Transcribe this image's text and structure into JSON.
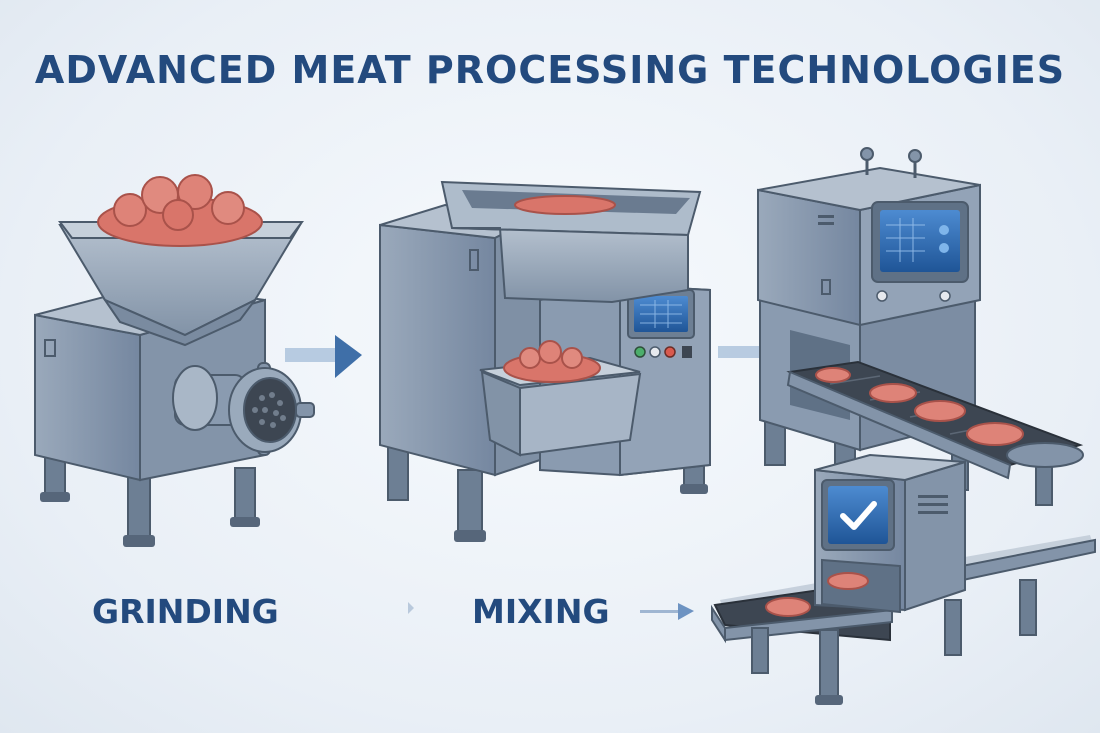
{
  "title": "ADVANCED MEAT PROCESSING TECHNOLOGIES",
  "stages": [
    {
      "label": "GRINDING"
    },
    {
      "label": "MIXING"
    }
  ],
  "colors": {
    "title": "#234a7e",
    "steel": "#8d9db0",
    "steel_dark": "#5f7186",
    "meat": "#d9756a",
    "screen": "#2f6db5",
    "arrow": "#3f6fa8"
  },
  "icons": [
    "check-icon"
  ]
}
